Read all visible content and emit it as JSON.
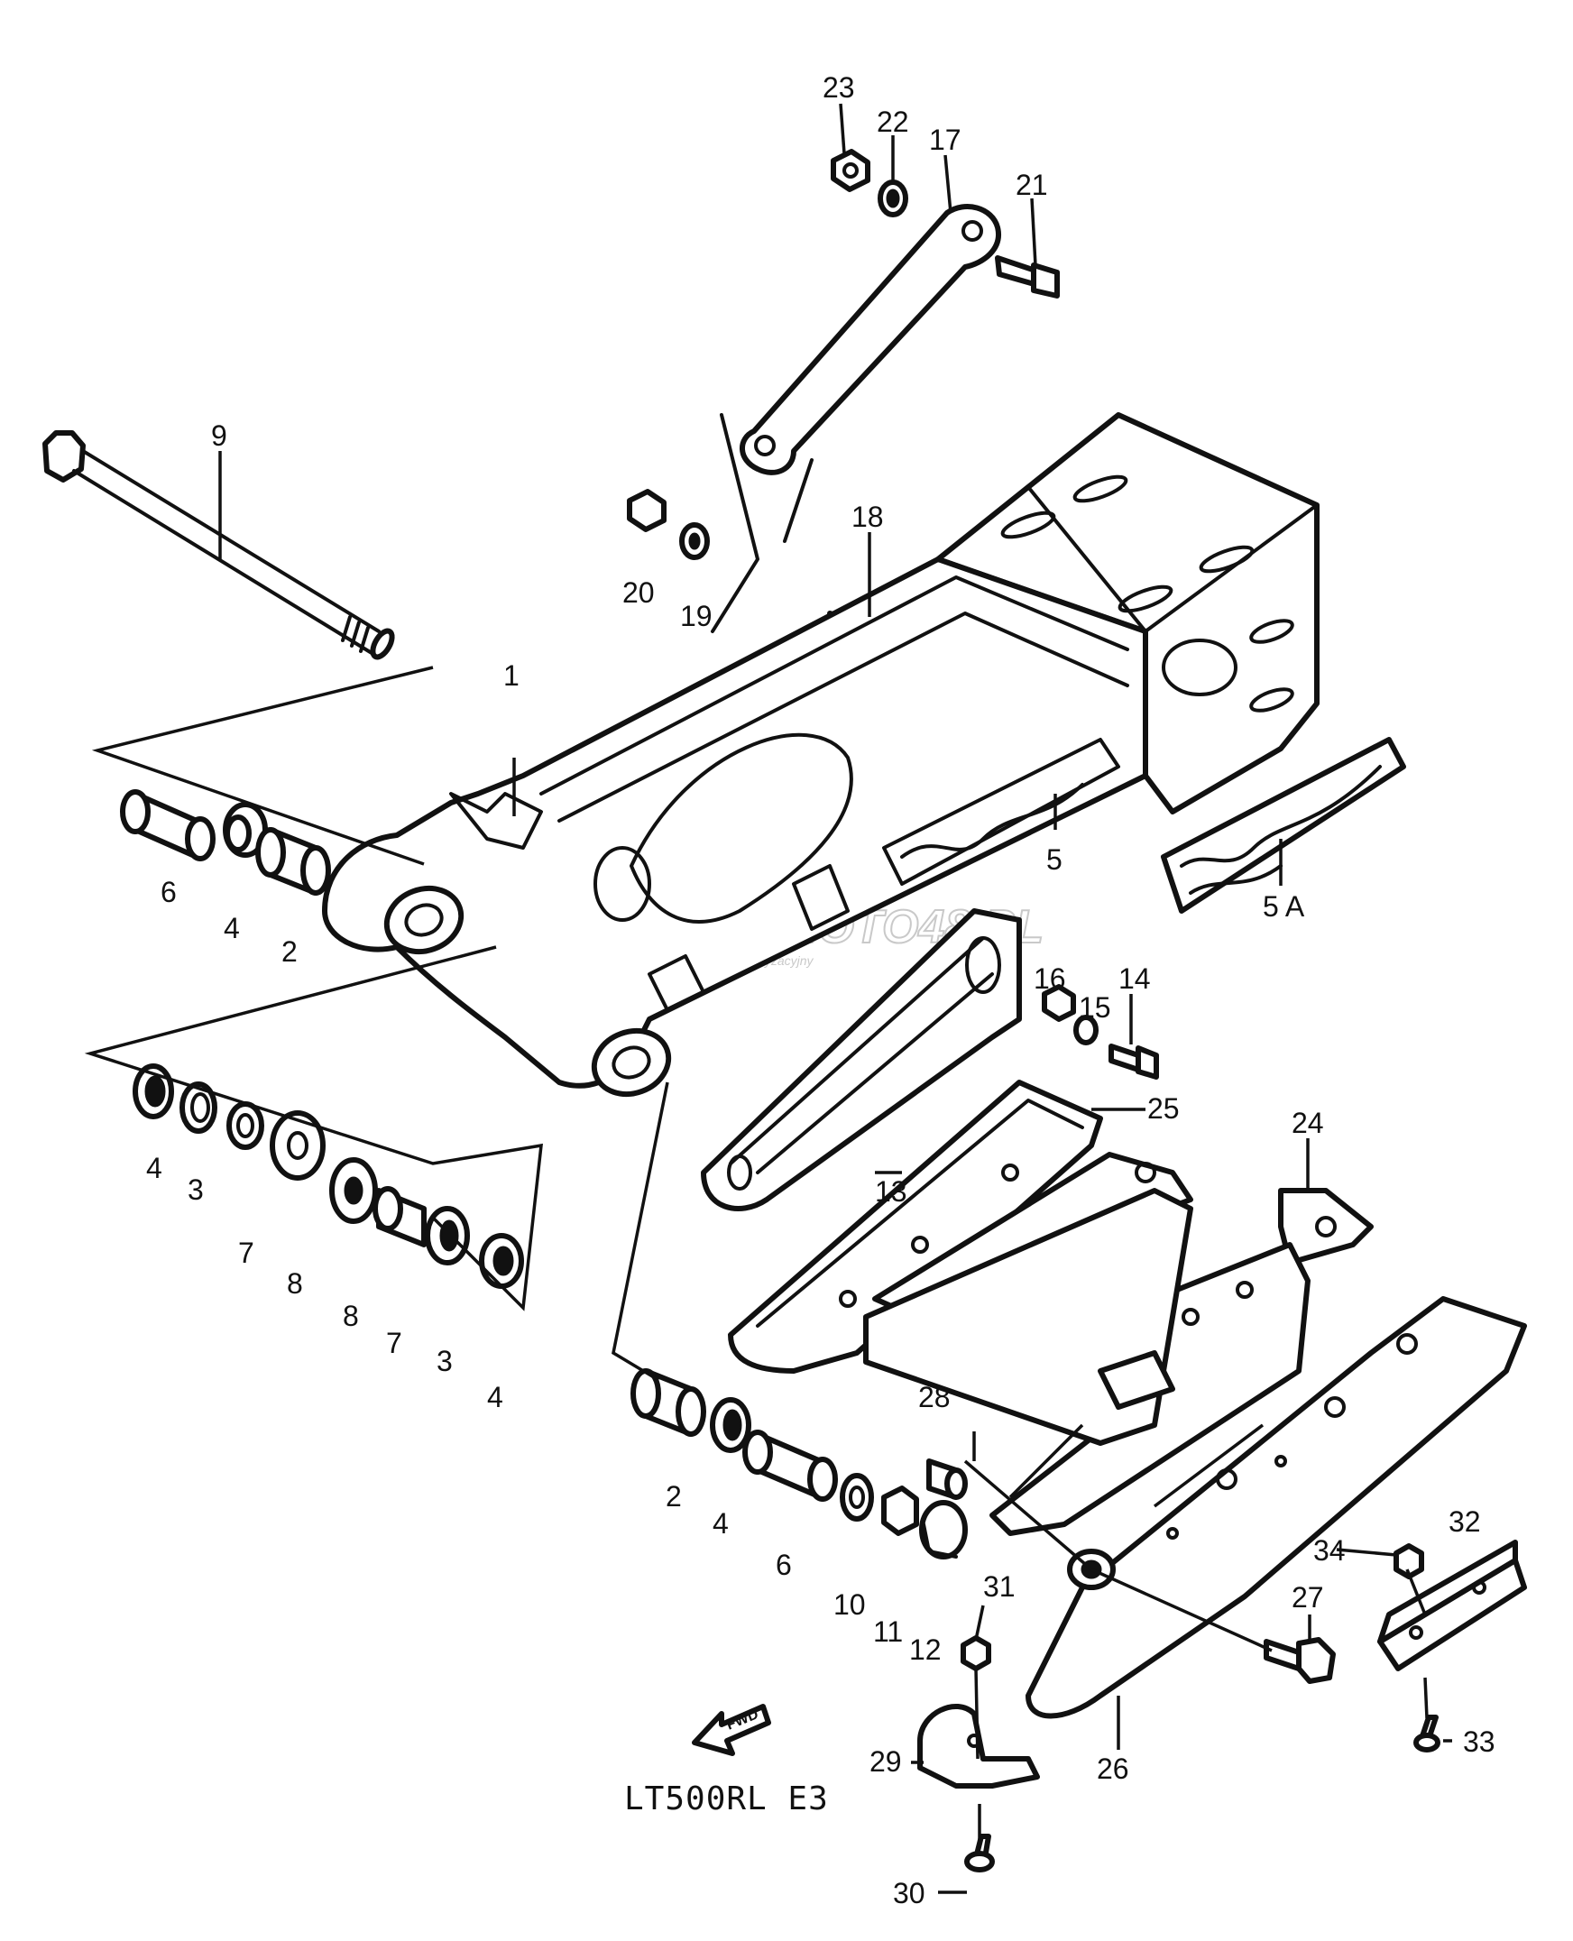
{
  "diagram": {
    "model_code": "LT500RL  E3",
    "fwd_label": "FWD",
    "watermark": {
      "text": "SKLEPMOTO48.PL",
      "subtext": "internetowy sklep motoryzacyjny"
    },
    "callouts": [
      {
        "id": "c23",
        "label": "23"
      },
      {
        "id": "c22",
        "label": "22"
      },
      {
        "id": "c17",
        "label": "17"
      },
      {
        "id": "c21",
        "label": "21"
      },
      {
        "id": "c9",
        "label": "9"
      },
      {
        "id": "c18",
        "label": "18"
      },
      {
        "id": "c20",
        "label": "20"
      },
      {
        "id": "c19",
        "label": "19"
      },
      {
        "id": "c1",
        "label": "1"
      },
      {
        "id": "c6a",
        "label": "6"
      },
      {
        "id": "c4a",
        "label": "4"
      },
      {
        "id": "c2a",
        "label": "2"
      },
      {
        "id": "c5",
        "label": "5"
      },
      {
        "id": "c5A",
        "label": "5 A"
      },
      {
        "id": "c16",
        "label": "16"
      },
      {
        "id": "c15",
        "label": "15"
      },
      {
        "id": "c14",
        "label": "14"
      },
      {
        "id": "c25",
        "label": "25"
      },
      {
        "id": "c24",
        "label": "24"
      },
      {
        "id": "c13",
        "label": "13"
      },
      {
        "id": "c4b",
        "label": "4"
      },
      {
        "id": "c3a",
        "label": "3"
      },
      {
        "id": "c7a",
        "label": "7"
      },
      {
        "id": "c8a",
        "label": "8"
      },
      {
        "id": "c8b",
        "label": "8"
      },
      {
        "id": "c7b",
        "label": "7"
      },
      {
        "id": "c3b",
        "label": "3"
      },
      {
        "id": "c4c",
        "label": "4"
      },
      {
        "id": "c28",
        "label": "28"
      },
      {
        "id": "c2b",
        "label": "2"
      },
      {
        "id": "c4d",
        "label": "4"
      },
      {
        "id": "c6b",
        "label": "6"
      },
      {
        "id": "c10",
        "label": "10"
      },
      {
        "id": "c11",
        "label": "11"
      },
      {
        "id": "c12",
        "label": "12"
      },
      {
        "id": "c31",
        "label": "31"
      },
      {
        "id": "c32",
        "label": "32"
      },
      {
        "id": "c34",
        "label": "34"
      },
      {
        "id": "c27",
        "label": "27"
      },
      {
        "id": "c33",
        "label": "33"
      },
      {
        "id": "c29",
        "label": "29"
      },
      {
        "id": "c26",
        "label": "26"
      },
      {
        "id": "c30",
        "label": "30"
      }
    ]
  }
}
